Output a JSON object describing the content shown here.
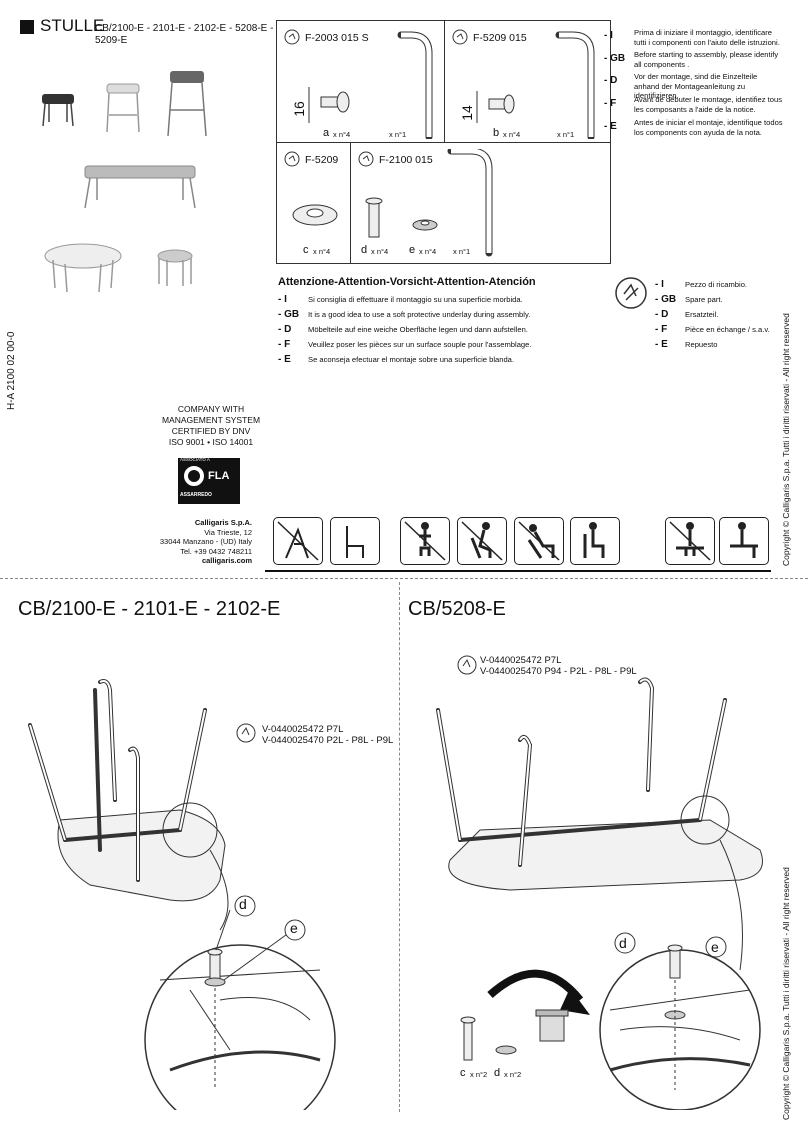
{
  "header": {
    "product": "STULLE",
    "codes_line1": "CB/2100-E - 2101-E - 2102-E - 5208-E -",
    "codes_line2": "5209-E"
  },
  "doc_code": "H-A 2100 02 00-0",
  "copyright": "Copyright © Calligaris S.p.a.  Tutti i diritti riservati - All right reserved",
  "parts": {
    "f2003": {
      "code": "F-2003 015 S",
      "dim": "16",
      "a_label": "a",
      "a_qty": "x n°4",
      "rod_qty": "x n°1"
    },
    "f5209_015": {
      "code": "F-5209 015",
      "dim": "14",
      "b_label": "b",
      "b_qty": "x n°4",
      "rod_qty": "x n°1"
    },
    "f5209": {
      "code": "F-5209",
      "c_label": "c",
      "c_qty": "x n°4"
    },
    "f2100": {
      "code": "F-2100 015",
      "d_label": "d",
      "d_qty": "x n°4",
      "e_label": "e",
      "e_qty": "x n°4",
      "rod_qty": "x n°1"
    }
  },
  "instructions": [
    {
      "lang": "- I",
      "text": "Prima di iniziare il montaggio, identificare tutti i componenti con l'aiuto delle istruzioni."
    },
    {
      "lang": "- GB",
      "text": "Before starting to assembly, please identify all components ."
    },
    {
      "lang": "- D",
      "text": "Vor der montage, sind die Einzelteile anhand der Montageanleitung zu identifizieren."
    },
    {
      "lang": "- F",
      "text": "Avant de débuter le montage, identifiez tous les composants a l'aide de la notice."
    },
    {
      "lang": "- E",
      "text": "Antes de iniciar el montaje, identifique todos los components con ayuda de la nota."
    }
  ],
  "attention": {
    "title": "Attenzione-Attention-Vorsicht-Attention-Atención",
    "rows": [
      {
        "lang": "- I",
        "text": "Si consiglia di effettuare il montaggio su una superficie morbida."
      },
      {
        "lang": "- GB",
        "text": "It is a good idea to use a soft protective underlay during assembly."
      },
      {
        "lang": "- D",
        "text": "Möbelteile auf eine weiche Oberfläche legen und dann aufstellen."
      },
      {
        "lang": "- F",
        "text": "Veuillez poser les pièces sur un surface souple pour l'assemblage."
      },
      {
        "lang": "- E",
        "text": "Se aconseja efectuar el montaje sobre una superficie blanda."
      }
    ]
  },
  "spare": [
    {
      "lang": "- I",
      "text": "Pezzo di ricambio."
    },
    {
      "lang": "- GB",
      "text": "Spare part."
    },
    {
      "lang": "- D",
      "text": "Ersatzteil."
    },
    {
      "lang": "- F",
      "text": "Pièce en échange / s.a.v."
    },
    {
      "lang": "- E",
      "text": "Repuesto"
    }
  ],
  "company": {
    "cert1": "COMPANY WITH",
    "cert2": "MANAGEMENT SYSTEM",
    "cert3": "CERTIFIED BY DNV",
    "cert4": "ISO 9001 • ISO 14001",
    "assoc": "ASSOCIATO A",
    "fla": "FLA",
    "assarredo": "ASSARREDO",
    "name": "Calligaris S.p.A.",
    "street": "Via Trieste, 12",
    "city": "33044 Manzano - (UD) Italy",
    "tel": "Tel. +39 0432 748211",
    "web": "calligaris.com"
  },
  "section_left": {
    "title": "CB/2100-E - 2101-E - 2102-E",
    "ref1": "V-0440025472 P7L",
    "ref2": "V-0440025470 P2L - P8L - P9L",
    "d": "d",
    "e": "e"
  },
  "section_right": {
    "title": "CB/5208-E",
    "ref1": "V-0440025472 P7L",
    "ref2": "V-0440025470 P94 - P2L - P8L - P9L",
    "d": "d",
    "e": "e",
    "c_label": "c",
    "c_qty": "x n°2",
    "d_label": "d",
    "d_qty": "x n°2"
  }
}
